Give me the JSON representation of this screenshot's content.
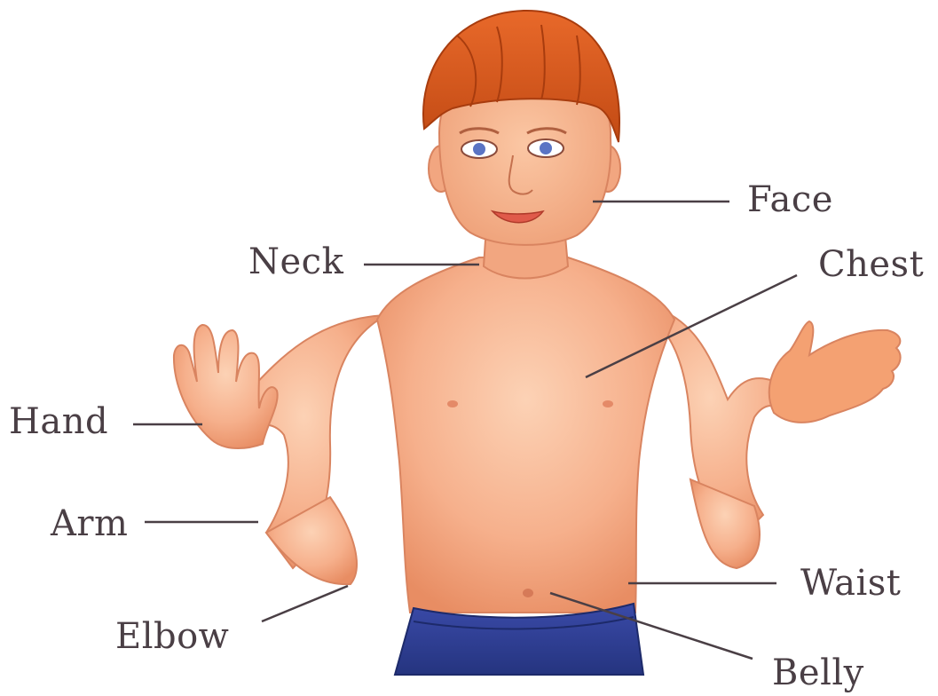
{
  "labels": {
    "face": "Face",
    "neck": "Neck",
    "chest": "Chest",
    "hand": "Hand",
    "arm": "Arm",
    "waist": "Waist",
    "elbow": "Elbow",
    "belly": "Belly"
  },
  "colors": {
    "skin": "#f6b08c",
    "skin_shadow": "#e88d63",
    "hair": "#d9561a",
    "shorts": "#2f3f98",
    "leader_line": "#4a3f45",
    "label_text": "#4a3f45"
  }
}
